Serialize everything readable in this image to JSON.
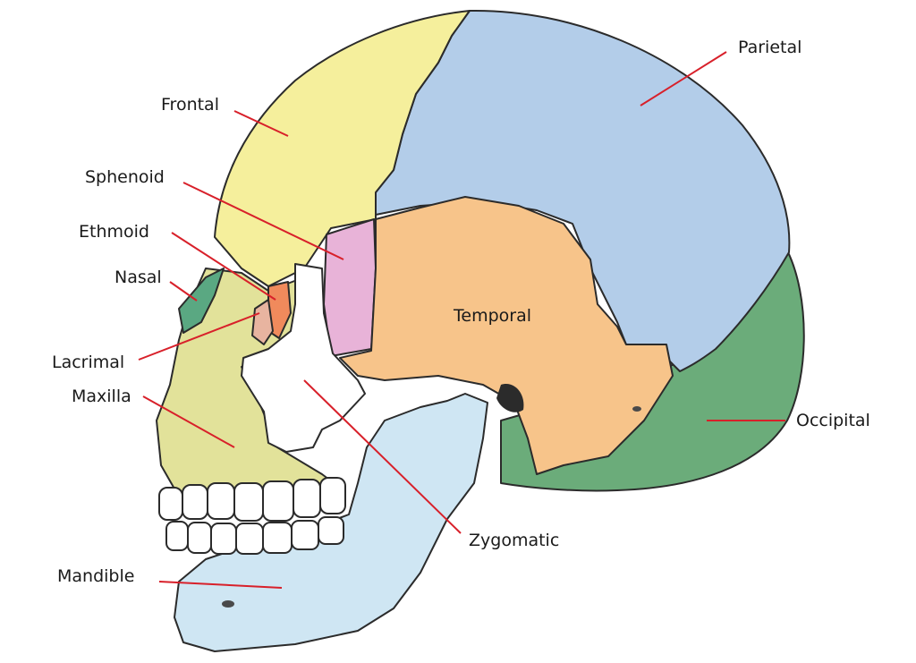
{
  "labels": {
    "frontal": "Frontal",
    "parietal": "Parietal",
    "sphenoid": "Sphenoid",
    "ethmoid": "Ethmoid",
    "nasal": "Nasal",
    "lacrimal": "Lacrimal",
    "maxilla": "Maxilla",
    "temporal": "Temporal",
    "occipital": "Occipital",
    "zygomatic": "Zygomatic",
    "mandible": "Mandible"
  },
  "colors": {
    "frontal": "#f5ef9c",
    "parietal": "#b3cde9",
    "sphenoid": "#e8b3d8",
    "ethmoid": "#f08a5c",
    "nasal": "#5aa882",
    "lacrimal": "#e8b4a0",
    "maxilla": "#e2e29a",
    "temporal": "#f7c48a",
    "occipital": "#6bac7a",
    "zygomatic": "#ffffff",
    "mandible": "#cfe6f3",
    "teeth": "#ffffff",
    "leader_line": "#d8202a"
  }
}
